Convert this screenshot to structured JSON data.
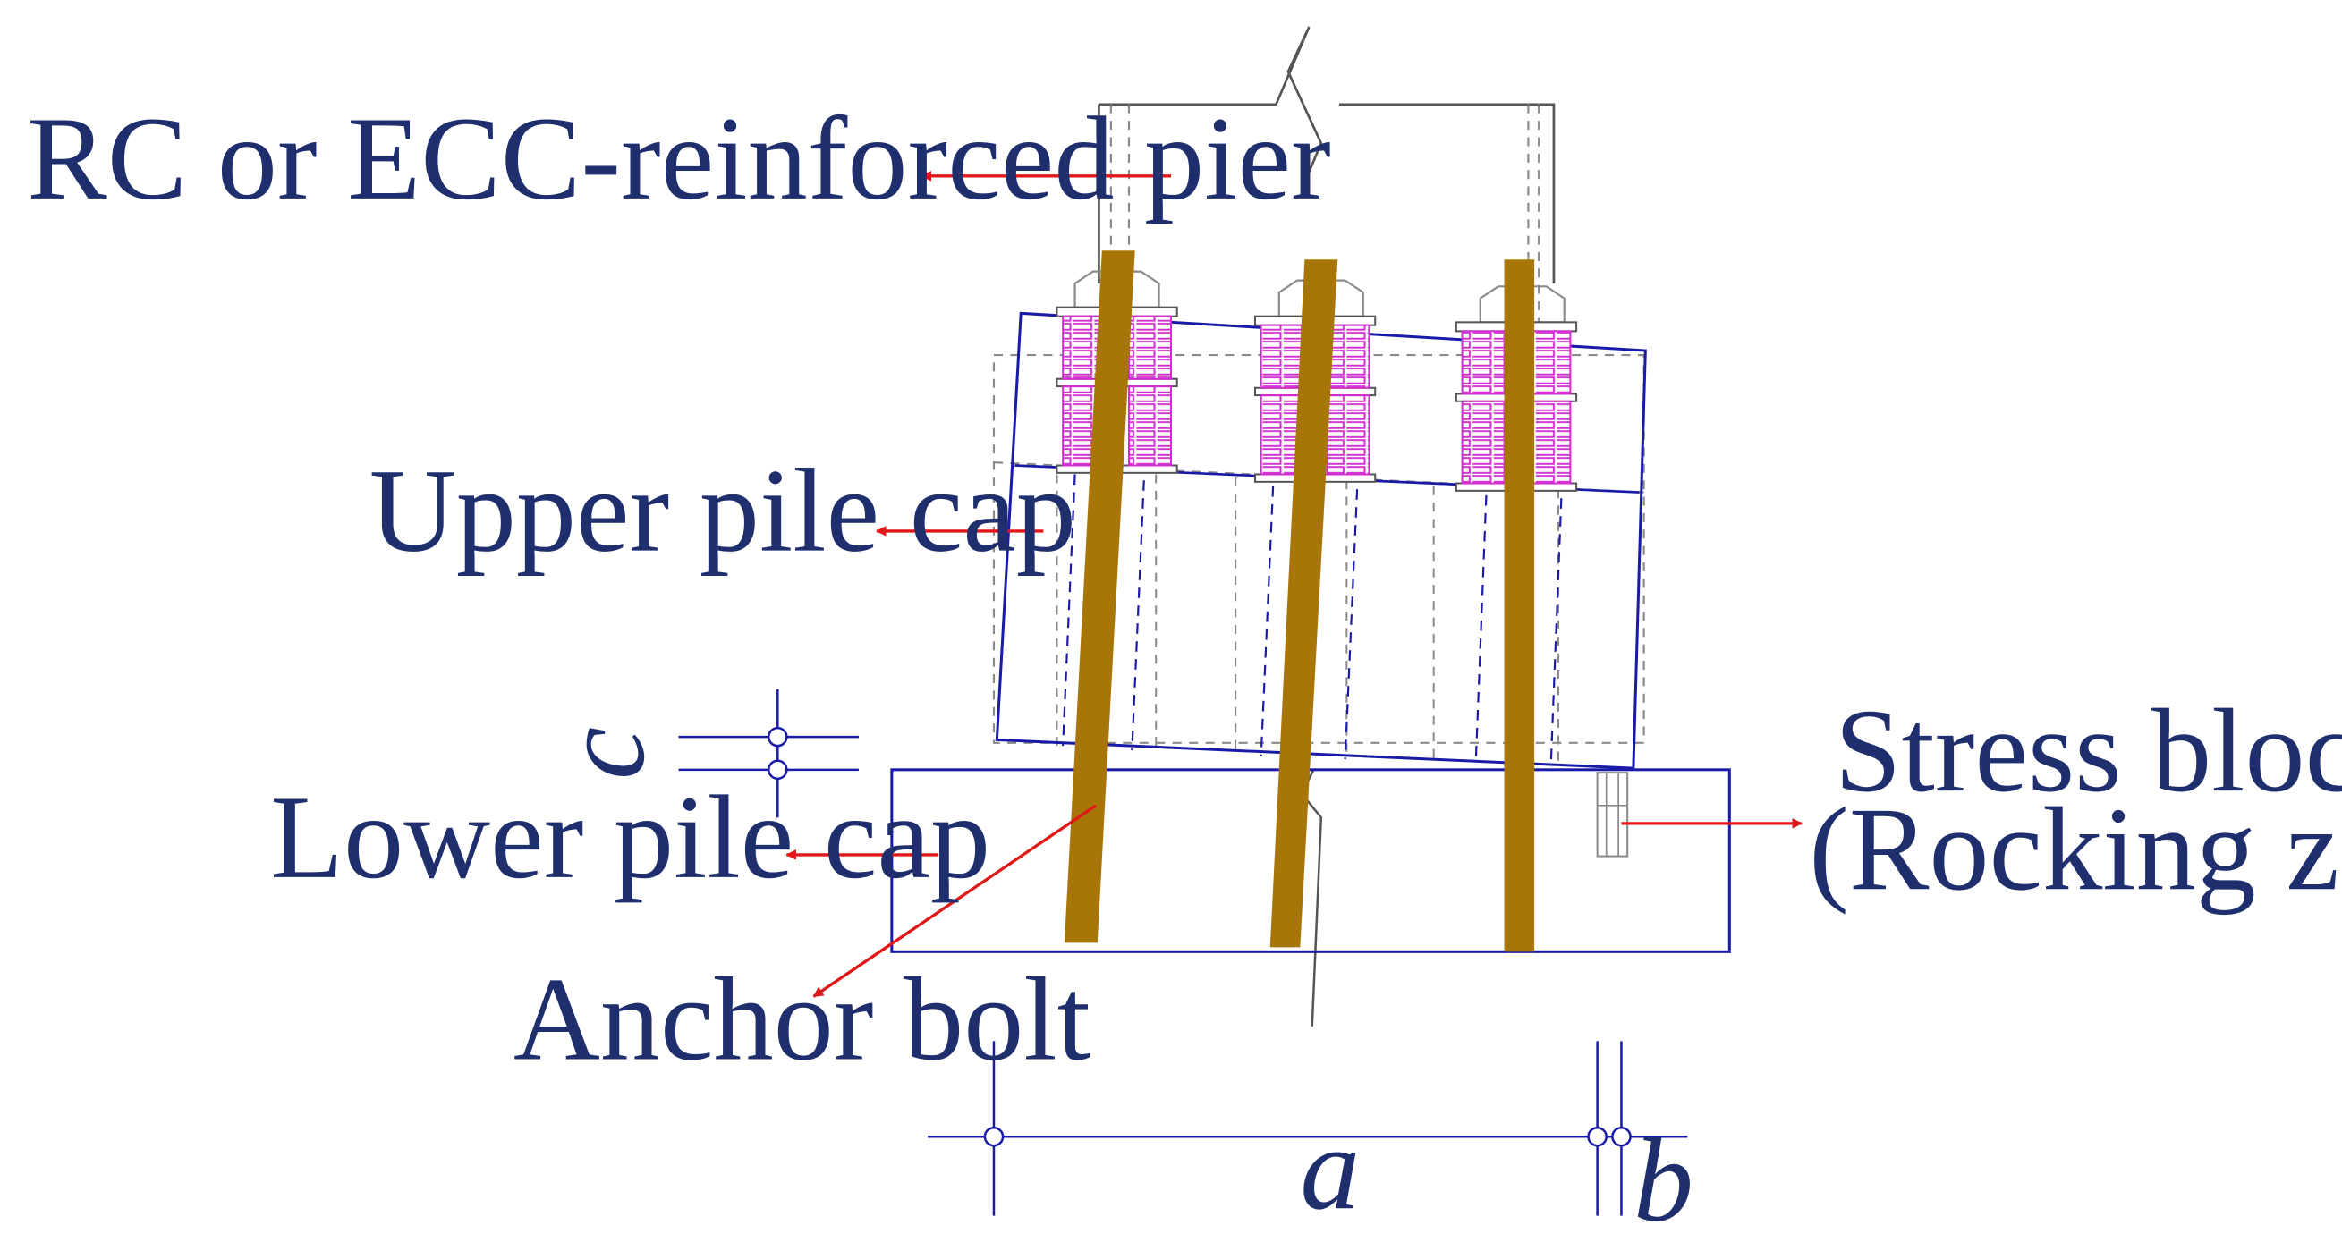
{
  "labels": {
    "pier": "RC or ECC-reinforced pier",
    "upper_cap": "Upper pile cap",
    "lower_cap": "Lower pile cap",
    "anchor_bolt": "Anchor bolt",
    "stress_block_line1": "Stress block",
    "stress_block_line2": "(Rocking zone)"
  },
  "dimensions": {
    "a": "a",
    "b": "b",
    "c": "c"
  },
  "colors": {
    "outline": "#1a1aa8",
    "dashed": "#8a8a8a",
    "pier_line": "#555555",
    "bolt": "#a87608",
    "spring": "#d22cd2",
    "arrow": "#e01818",
    "text": "#1f2f6e"
  }
}
